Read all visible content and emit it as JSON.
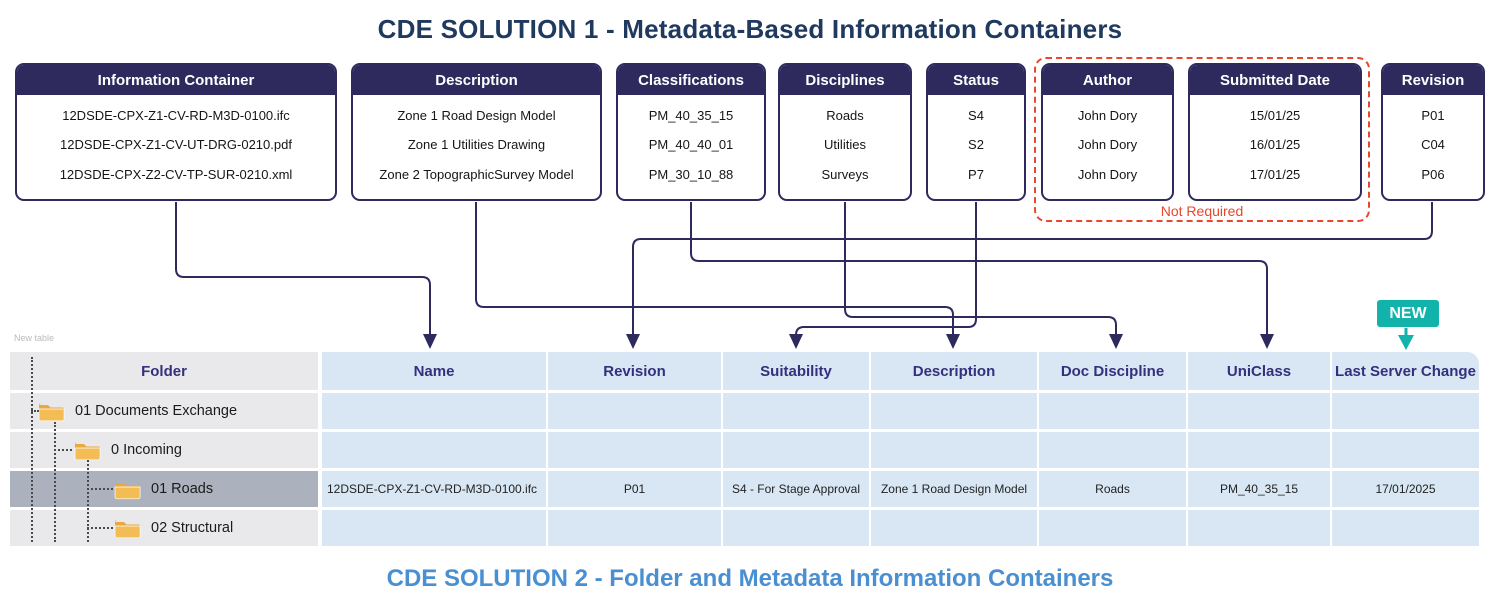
{
  "titles": {
    "solution1": "CDE SOLUTION 1 - Metadata-Based Information Containers",
    "solution2": "CDE SOLUTION 2 - Folder and Metadata Information Containers"
  },
  "annotations": {
    "not_required": "Not Required",
    "new_badge": "NEW",
    "new_table": "New table"
  },
  "boxes": [
    {
      "title": "Information Container",
      "rows": [
        "12DSDE-CPX-Z1-CV-RD-M3D-0100.ifc",
        "12DSDE-CPX-Z1-CV-UT-DRG-0210.pdf",
        "12DSDE-CPX-Z2-CV-TP-SUR-0210.xml"
      ]
    },
    {
      "title": "Description",
      "rows": [
        "Zone 1 Road Design Model",
        "Zone 1 Utilities Drawing",
        "Zone 2 TopographicSurvey Model"
      ]
    },
    {
      "title": "Classifications",
      "rows": [
        "PM_40_35_15",
        "PM_40_40_01",
        "PM_30_10_88"
      ]
    },
    {
      "title": "Disciplines",
      "rows": [
        "Roads",
        "Utilities",
        "Surveys"
      ]
    },
    {
      "title": "Status",
      "rows": [
        "S4",
        "S2",
        "P7"
      ]
    },
    {
      "title": "Author",
      "rows": [
        "John Dory",
        "John Dory",
        "John Dory"
      ]
    },
    {
      "title": "Submitted Date",
      "rows": [
        "15/01/25",
        "16/01/25",
        "17/01/25"
      ]
    },
    {
      "title": "Revision",
      "rows": [
        "P01",
        "C04",
        "P06"
      ]
    }
  ],
  "table": {
    "columns": [
      "Folder",
      "Name",
      "Revision",
      "Suitability",
      "Description",
      "Doc Discipline",
      "UniClass",
      "Last Server Change"
    ],
    "folders": [
      {
        "label": "01 Documents Exchange",
        "level": 0,
        "selected": false
      },
      {
        "label": "0 Incoming",
        "level": 1,
        "selected": false
      },
      {
        "label": "01 Roads",
        "level": 2,
        "selected": true
      },
      {
        "label": "02 Structural",
        "level": 2,
        "selected": false
      }
    ],
    "data_row": {
      "name": "12DSDE-CPX-Z1-CV-RD-M3D-0100.ifc",
      "revision": "P01",
      "suitability": "S4 - For Stage Approval",
      "description": "Zone 1 Road Design Model",
      "doc_discipline": "Roads",
      "uniclass": "PM_40_35_15",
      "last_server_change": "17/01/2025"
    }
  },
  "colors": {
    "navy": "#2e2a5e",
    "title1_navy": "#20395e",
    "title2_blue": "#4a8fd1",
    "teal": "#12b3ab",
    "red": "#e8472b",
    "cell_blue": "#d8e7f3",
    "cell_gray": "#e9e8ea",
    "selected_row": "#abb1bd",
    "folder_yellow": "#f2b64b"
  }
}
